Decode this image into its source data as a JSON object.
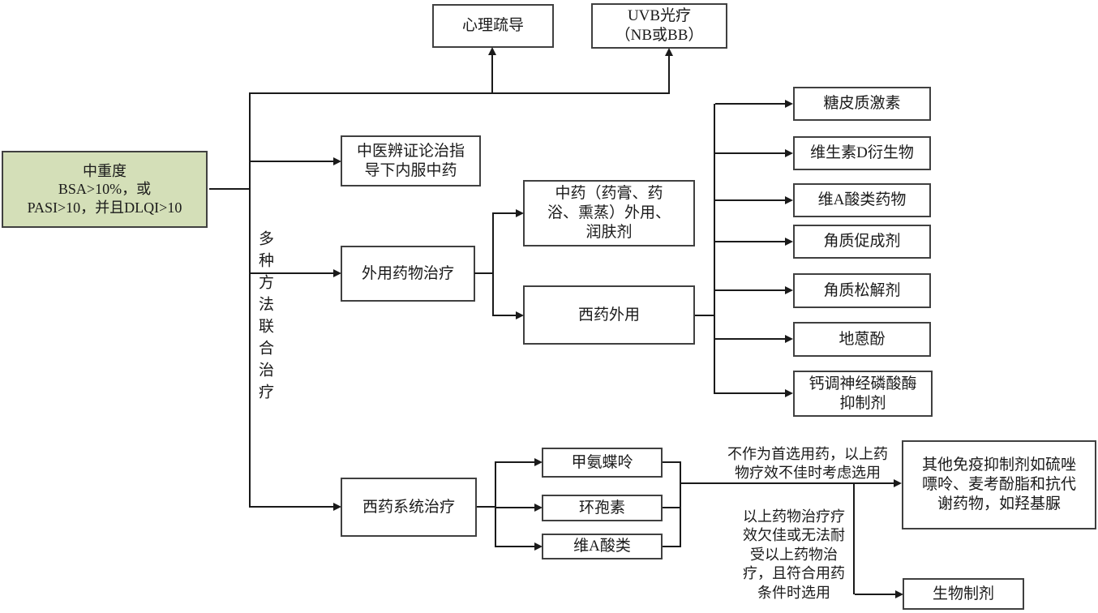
{
  "diagram": {
    "severity_box": "中重度\nBSA>10%，或\nPASI>10，并且DLQI>10",
    "psych_support": "心理疏导",
    "uvb": "UVB光疗\n（NB或BB）",
    "combo_label": "多种方法联合治疗",
    "tcm_oral": "中医辨证论治指\n导下内服中药",
    "topical_treatment": "外用药物治疗",
    "tcm_external": "中药（药膏、药\n浴、熏蒸）外用、\n润肤剂",
    "western_topical": "西药外用",
    "western_topical_options": [
      "糖皮质激素",
      "维生素D衍生物",
      "维A酸类药物",
      "角质促成剂",
      "角质松解剂",
      "地蒽酚",
      "钙调神经磷酸酶\n抑制剂"
    ],
    "systemic_treatment": "西药系统治疗",
    "systemic_options": [
      "甲氨蝶呤",
      "环孢素",
      "维A酸类"
    ],
    "note_not_first_choice": "不作为首选用药，以上药\n物疗效不佳时考虑选用",
    "other_immunosuppressants": "其他免疫抑制剂如硫唑\n嘌呤、麦考酚脂和抗代\n谢药物，如羟基脲",
    "note_biologics_condition": "以上药物治疗疗\n效欠佳或无法耐\n受以上药物治\n疗，且符合用药\n条件时选用",
    "biologics": "生物制剂",
    "colors": {
      "severity_fill": "#d4dfb8",
      "box_border": "#404040",
      "line": "#1a1a1a"
    }
  }
}
